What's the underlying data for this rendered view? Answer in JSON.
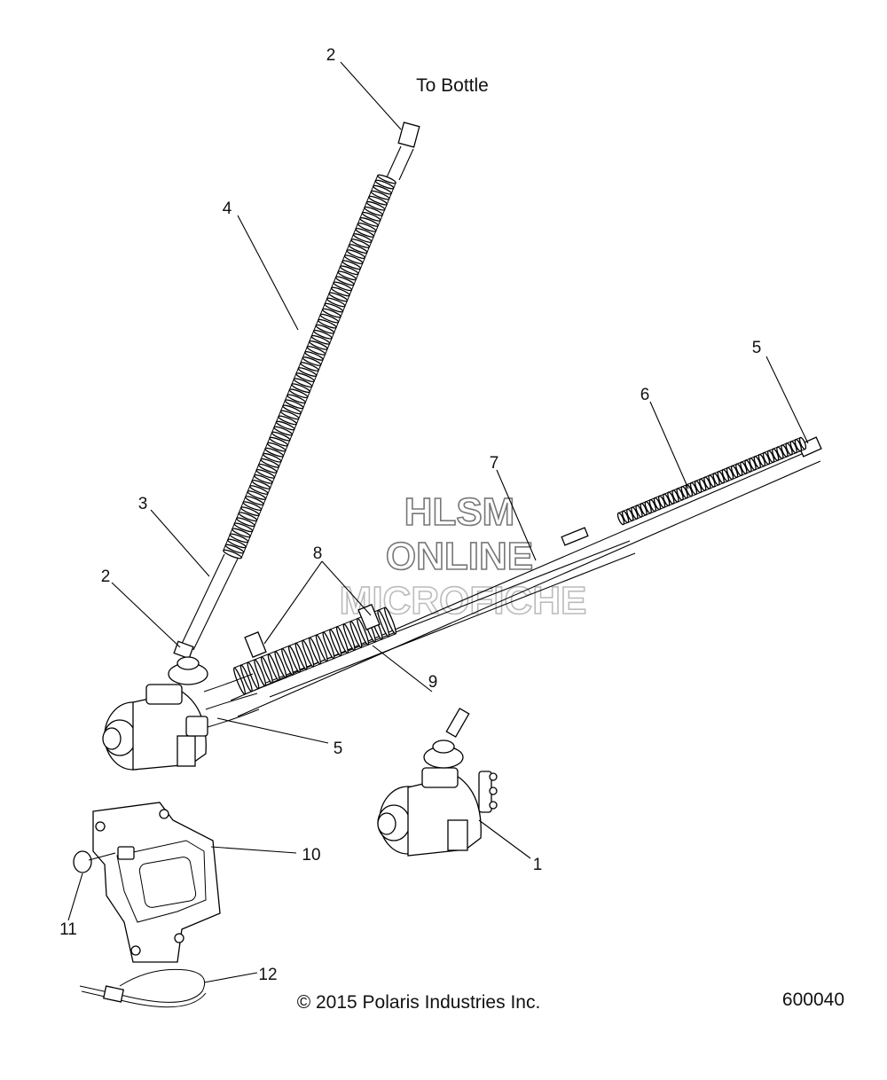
{
  "annotation": {
    "to_bottle": "To Bottle"
  },
  "watermark": {
    "line1": "HLSM",
    "line2": "ONLINE",
    "line3": "MICROFICHE"
  },
  "footer": {
    "copyright": "© 2015 Polaris Industries Inc.",
    "diagram_number": "600040"
  },
  "callouts": {
    "c2_top": "2",
    "c4": "4",
    "c3": "3",
    "c2_mid": "2",
    "c8": "8",
    "c7": "7",
    "c6": "6",
    "c5_right": "5",
    "c9": "9",
    "c5_low": "5",
    "c1": "1",
    "c10": "10",
    "c11": "11",
    "c12": "12"
  }
}
